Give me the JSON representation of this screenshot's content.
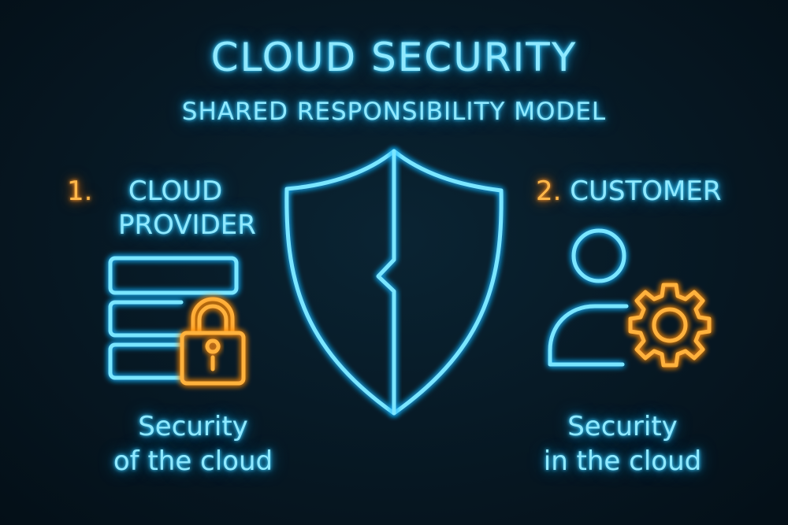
{
  "header": {
    "title": "CLOUD SECURITY",
    "subtitle": "SHARED RESPONSIBILITY MODEL"
  },
  "left_panel": {
    "number": "1.",
    "heading_line1": "CLOUD",
    "heading_line2": "PROVIDER",
    "icons": [
      "server-rack-icon",
      "padlock-icon"
    ],
    "caption_line1": "Security",
    "caption_line2": "of the cloud"
  },
  "center": {
    "icon": "split-shield-icon"
  },
  "right_panel": {
    "number": "2.",
    "heading": "CUSTOMER",
    "icons": [
      "user-icon",
      "gear-icon"
    ],
    "caption_line1": "Security",
    "caption_line2": "in the cloud"
  },
  "colors": {
    "background": "#061620",
    "accent_cyan": "#7ae6ff",
    "accent_orange": "#ffb23e"
  }
}
